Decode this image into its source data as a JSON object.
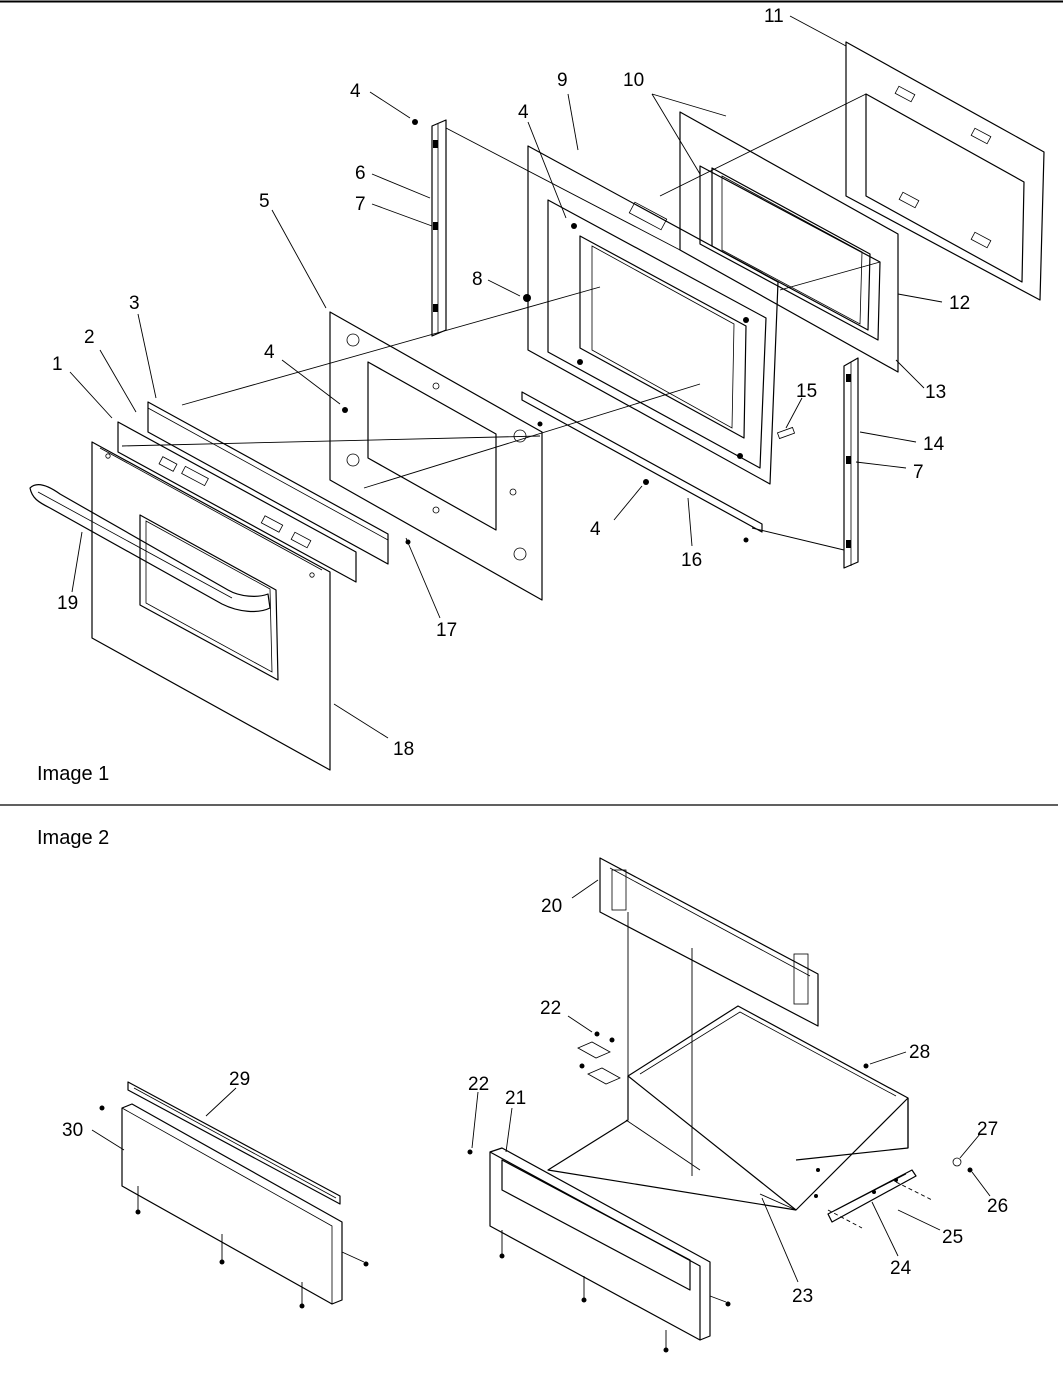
{
  "captions": {
    "image1": "Image 1",
    "image2": "Image 2"
  },
  "callouts": {
    "c1": "1",
    "c2": "2",
    "c3": "3",
    "c4a": "4",
    "c4b": "4",
    "c4c": "4",
    "c4d": "4",
    "c5": "5",
    "c6": "6",
    "c7a": "7",
    "c7b": "7",
    "c8": "8",
    "c9": "9",
    "c10": "10",
    "c11": "11",
    "c12": "12",
    "c13": "13",
    "c14": "14",
    "c15": "15",
    "c16": "16",
    "c17": "17",
    "c18": "18",
    "c19": "19",
    "c20": "20",
    "c21": "21",
    "c22a": "22",
    "c22b": "22",
    "c23": "23",
    "c24": "24",
    "c25": "25",
    "c26": "26",
    "c27": "27",
    "c28": "28",
    "c29": "29",
    "c30": "30"
  }
}
